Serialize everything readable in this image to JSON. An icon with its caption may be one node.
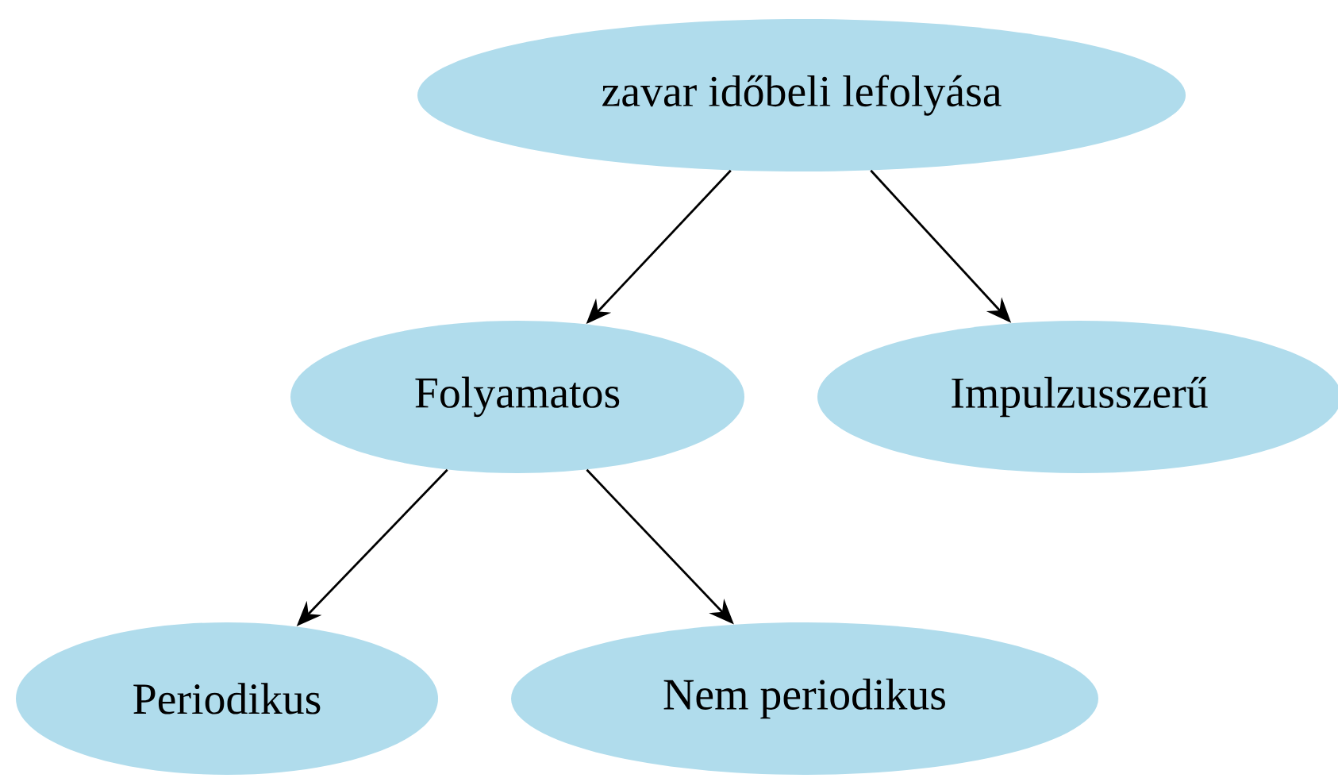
{
  "diagram": {
    "nodes": [
      {
        "text": [
          "zavar időbeli lefolyása"
        ]
      },
      {
        "text": [
          "Folyamatos"
        ]
      },
      {
        "text": [
          "Impulzusszerű"
        ]
      },
      {
        "text": [
          "Periodikus"
        ]
      },
      {
        "text": [
          "Nem periodikus"
        ]
      }
    ],
    "edges": [
      {
        "from": 0,
        "to": 1,
        "arrow": "to"
      },
      {
        "from": 0,
        "to": 2,
        "arrow": "to"
      },
      {
        "from": 1,
        "to": 3,
        "arrow": "to"
      },
      {
        "from": 1,
        "to": 4,
        "arrow": "to"
      }
    ]
  }
}
